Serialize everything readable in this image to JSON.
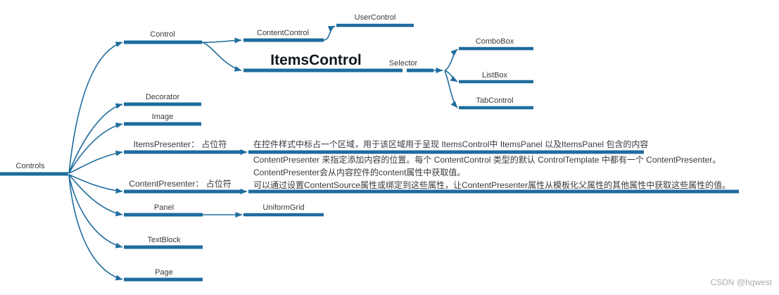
{
  "colors": {
    "accent": "#1E6C9E",
    "text": "#3A3A3A",
    "emphasis": "#101820",
    "watermark": "#ABABAB"
  },
  "watermark": "CSDN @hqwest",
  "nodes": {
    "controls": {
      "label": "Controls"
    },
    "control": {
      "label": "Control"
    },
    "contentcontrol": {
      "label": "ContentControl"
    },
    "usercontrol": {
      "label": "UserControl"
    },
    "itemscontrol": {
      "label": "ItemsControl"
    },
    "selector": {
      "label": "Selector"
    },
    "combobox": {
      "label": "ComboBox"
    },
    "listbox": {
      "label": "ListBox"
    },
    "tabcontrol": {
      "label": "TabControl"
    },
    "decorator": {
      "label": "Decorator"
    },
    "image": {
      "label": "Image"
    },
    "itemspresenter": {
      "label": "ItemsPresenter：  占位符"
    },
    "itemspresenter_note": {
      "label": "在控件样式中标占一个区域，用于该区域用于呈现 ItemsControl中 ItemsPanel 以及ItemsPanel 包含的内容"
    },
    "contentpresenter": {
      "label": "ContentPresenter：  占位符"
    },
    "contentpresenter_note": {
      "lines": [
        "ContentPresenter 来指定添加内容的位置。每个 ContentControl 类型的默认 ControlTemplate 中都有一个 ContentPresenter。",
        "ContentPresenter会从内容控件的content属性中获取值。",
        "可以通过设置ContentSource属性或绑定到这些属性，让ContentPresenter属性从模板化父属性的其他属性中获取这些属性的值。"
      ]
    },
    "panel": {
      "label": "Panel"
    },
    "uniformgrid": {
      "label": "UniformGrid"
    },
    "textblock": {
      "label": "TextBlock"
    },
    "page": {
      "label": "Page"
    }
  }
}
